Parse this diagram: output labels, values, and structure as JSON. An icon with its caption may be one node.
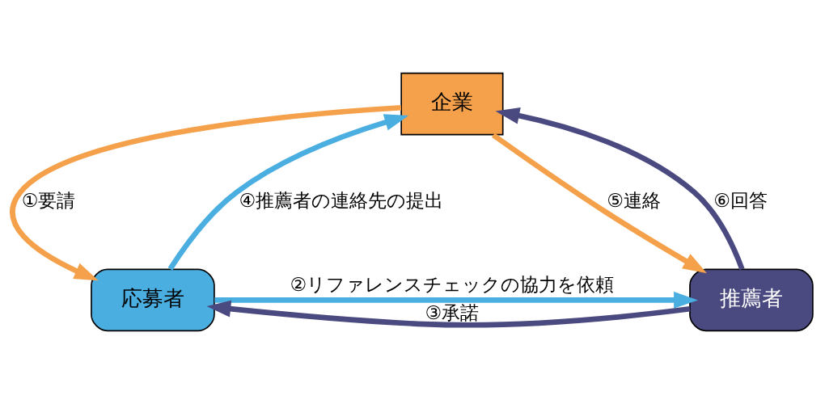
{
  "diagram": {
    "nodes": [
      {
        "text": [
          "企業"
        ]
      },
      {
        "text": [
          "応募者"
        ]
      },
      {
        "text": [
          "推薦者"
        ]
      }
    ],
    "edges": [
      {
        "from": 0,
        "to": 1,
        "arrow": "to",
        "label": "①要請",
        "color": "#f5a04a"
      },
      {
        "from": 1,
        "to": 2,
        "arrow": "to",
        "label": "②リファレンスチェックの協力を依頼",
        "color": "#4aaee0"
      },
      {
        "from": 2,
        "to": 1,
        "arrow": "to",
        "label": "③承諾",
        "color": "#4a4a80"
      },
      {
        "from": 1,
        "to": 0,
        "arrow": "to",
        "label": "④推薦者の連絡先の提出",
        "color": "#4aaee0"
      },
      {
        "from": 0,
        "to": 2,
        "arrow": "to",
        "label": "⑤連絡",
        "color": "#f5a04a"
      },
      {
        "from": 2,
        "to": 0,
        "arrow": "to",
        "label": "⑥回答",
        "color": "#4a4a80"
      }
    ]
  }
}
